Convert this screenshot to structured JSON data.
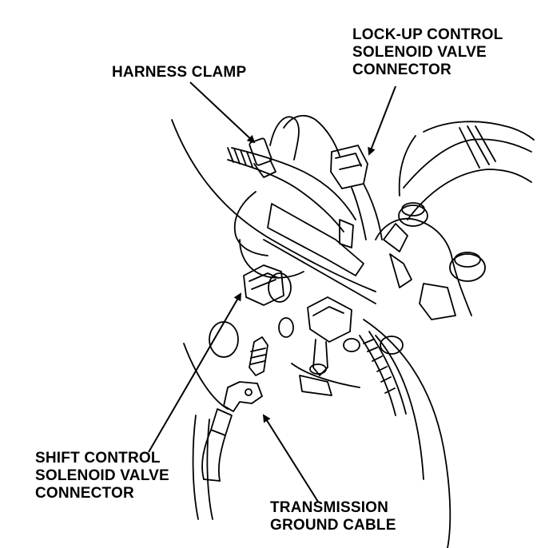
{
  "diagram": {
    "labels": {
      "harness_clamp": [
        "HARNESS CLAMP"
      ],
      "lockup_connector": [
        "LOCK-UP CONTROL",
        "SOLENOID VALVE",
        "CONNECTOR"
      ],
      "shift_connector": [
        "SHIFT CONTROL",
        "SOLENOID VALVE",
        "CONNECTOR"
      ],
      "ground_cable": [
        "TRANSMISSION",
        "GROUND CABLE"
      ]
    },
    "colors": {
      "ink": "#000000",
      "paper": "#ffffff"
    }
  }
}
